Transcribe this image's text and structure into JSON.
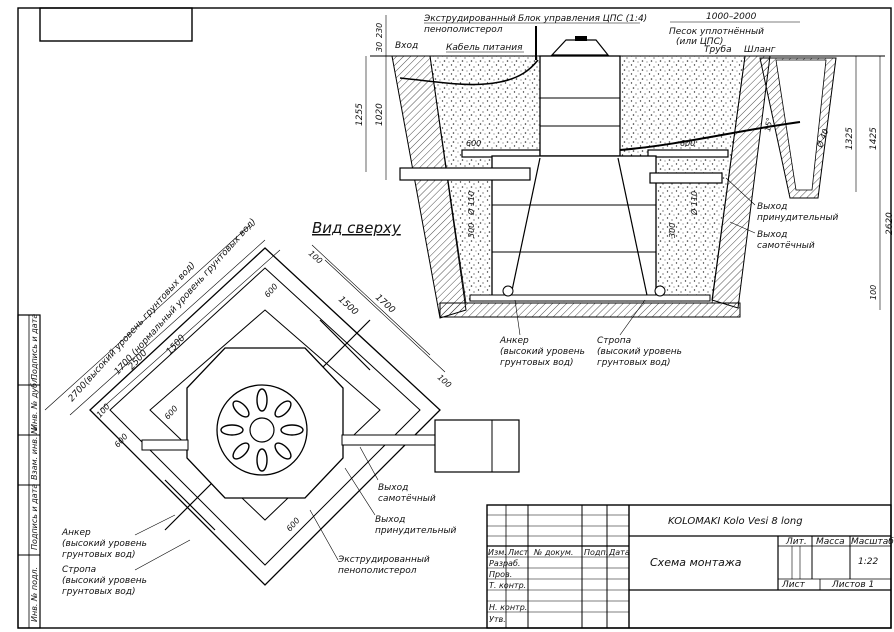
{
  "section_view": {
    "labels": {
      "xps_label": "Экструдированный",
      "xps_label2": "пенополистерол",
      "control_block": "Блок управления ЦПС (1:4)",
      "sand": "Песок уплотнённый",
      "sand2": "(или ЦПС)",
      "inlet": "Вход",
      "cable": "Кабель питания",
      "pipe": "Труба",
      "hose": "Шланг",
      "forced_outlet": "Выход",
      "forced_outlet2": "принудительный",
      "gravity_outlet": "Выход",
      "gravity_outlet2": "самотёчный",
      "anchor": "Анкер",
      "anchor2": "(высокий уровень",
      "anchor3": "грунтовых вод)",
      "strap": "Стропа",
      "strap2": "(высокий уровень",
      "strap3": "грунтовых вод)"
    },
    "dimensions": {
      "d230": "230",
      "d30": "30",
      "d1255": "1255",
      "d1020": "1020",
      "d1000_2000": "1000–2000",
      "d600": "600",
      "d1425": "1425",
      "d1325": "1325",
      "d2620": "2620",
      "d100": "100",
      "dia110a": "Ø 110",
      "dia110b": "Ø 110",
      "d300a": "300",
      "d300b": "300",
      "slope": "15°",
      "dia40": "Ø 40"
    }
  },
  "top_view": {
    "title": "Вид сверху",
    "dimensions": {
      "high_water": "2700(высокий уровень грунтовых вод)",
      "d2500": "2500",
      "normal_water": "1700 (нормальный уровень грунтовых вод)",
      "d1500a": "1500",
      "d100a": "100",
      "d600a": "600",
      "d1500b": "1500",
      "d1700": "1700",
      "d100b": "100",
      "d100c": "100",
      "d600b": "600",
      "d600c": "600",
      "d600d": "600"
    },
    "labels": {
      "gravity_outlet": "Выход",
      "gravity_outlet2": "самотёчный",
      "forced_outlet": "Выход",
      "forced_outlet2": "принудительный",
      "xps": "Экструдированный",
      "xps2": "пенополистерол",
      "anchor": "Анкер",
      "anchor2": "(высокий уровень",
      "anchor3": "грунтовых вод)",
      "strap": "Стропа",
      "strap2": "(высокий уровень",
      "strap3": "грунтовых вод)"
    }
  },
  "side_stamp": {
    "cells": [
      "Подпись и дата",
      "Инв. № дубл.",
      "Взам. инв. №",
      "Подпись и дата",
      "Инв. № подл."
    ]
  },
  "title_block": {
    "document_code": "KOLOMAKI Kolo Vesi 8 long",
    "title": "Схема монтажа",
    "headers": {
      "change": "Изм.",
      "sheet": "Лист",
      "doc_no": "№ докум.",
      "sign": "Подп.",
      "date": "Дата",
      "lit": "Лит.",
      "mass": "Масса",
      "scale": "Масштаб",
      "sheet_label": "Лист",
      "sheets_label": "Листов 1"
    },
    "roles": [
      "Разраб.",
      "Пров.",
      "Т. контр.",
      "",
      "Н. контр.",
      "Утв."
    ],
    "scale_value": "1:22"
  }
}
